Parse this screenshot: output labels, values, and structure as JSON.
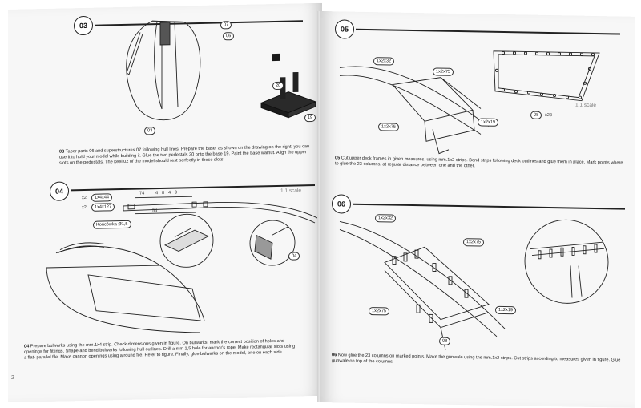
{
  "left_page": {
    "step03": {
      "number": "03",
      "parts": {
        "p07": "07",
        "p06": "06",
        "p03": "03",
        "p20": "20",
        "p19": "19"
      },
      "caption_num": "03",
      "caption": "Taper parts 06 and superstructures 07 following hull lines. Prepare the base, as shown on the drawing on the right; you can use it to hold your model while building it. Glue the two pedestals 20 onto the base 19. Paint the base walnut. Align the upper slots on the pedestals. The keel 02 of the model should rest perfectly in these slots."
    },
    "step04": {
      "number": "04",
      "scale": "1:1 scale",
      "strip_a_qty": "x2",
      "strip_a": "1x4x44",
      "strip_b_qty": "x2",
      "strip_b": "1x4x127",
      "dims": [
        "74",
        "4",
        "8",
        "4",
        "9",
        "54"
      ],
      "hole_label": "Końcówka Ø1,5",
      "part04": "04",
      "caption_num": "04",
      "caption": "Prepare bulwarks using the mm.1x4 strip. Check dimensions given in figure. On bulwarks, mark the correct position of holes and openings for fittings. Shape and bend bulwarks following hull outlines. Drill a mm 1,5 hole for anchor's rope. Make rectangular slots using a flat- parallel file. Make cannon openings using a round file. Refer to figure. Finally, glue bulwarks on the model, one on each side."
    },
    "page_number": "2"
  },
  "right_page": {
    "step05": {
      "number": "05",
      "labels": {
        "a": "1x2x32",
        "b": "1x2x75",
        "c": "1x2x75",
        "d": "1x2x19"
      },
      "scale": "1:1 scale",
      "part08": "08",
      "count": "x23",
      "caption_num": "05",
      "caption": "Cut upper deck frames in given measures, using mm.1x2 strips. Bend strips following deck outlines and glue them in place. Mark points where to glue the 23 columns, at regular distance between one and the other."
    },
    "step06": {
      "number": "06",
      "labels": {
        "a": "1x2x32",
        "b": "1x2x75",
        "c": "1x2x75",
        "d": "1x2x19",
        "part08": "08"
      },
      "caption_num": "06",
      "caption": "Now glue the 23 columns on marked points. Make the gunwale using the mm.1x2 strips. Cut strips according to measures given in figure. Glue gunwale on top of the columns."
    }
  }
}
